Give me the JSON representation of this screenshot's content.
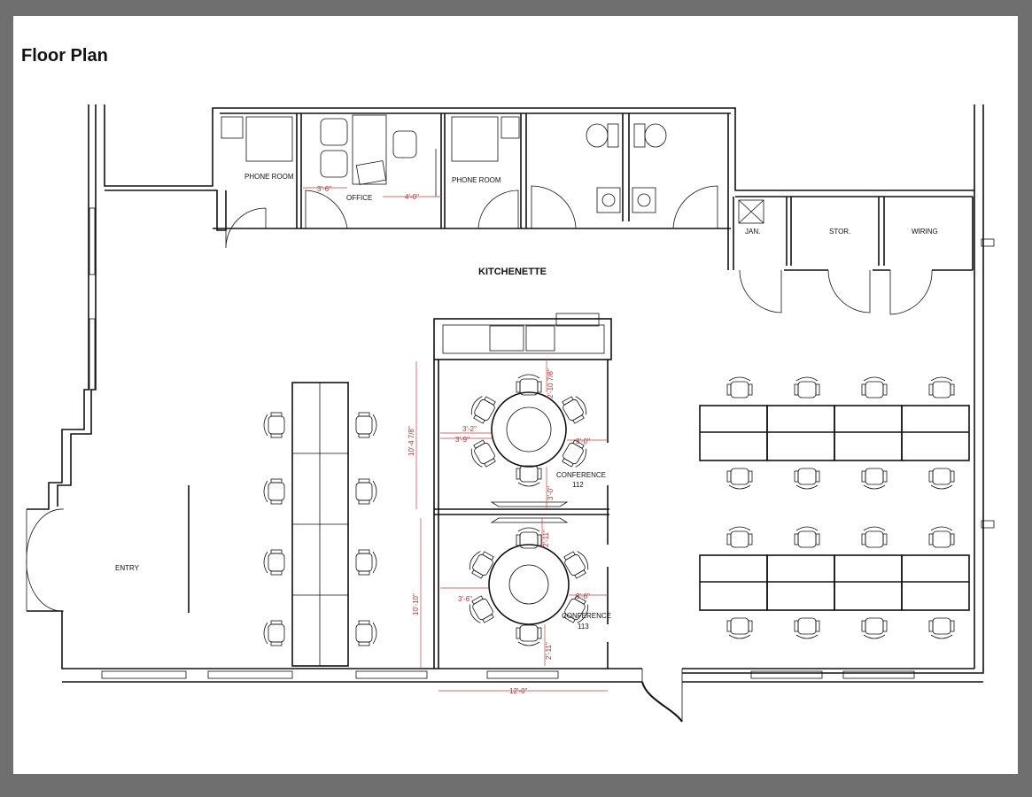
{
  "title": "Floor Plan",
  "rooms": {
    "phone_room_1": "PHONE ROOM",
    "office": "OFFICE",
    "phone_room_2": "PHONE ROOM",
    "kitchenette": "KITCHENETTE",
    "jan": "JAN.",
    "stor": "STOR.",
    "wiring": "WIRING",
    "entry": "ENTRY",
    "conference_112": "CONFERENCE",
    "conference_112_num": "112",
    "conference_113": "CONFERENCE",
    "conference_113_num": "113"
  },
  "dimensions": {
    "office_left": "3'-6\"",
    "office_right": "4'-0\"",
    "conf112_top": "2'-10 7/8\"",
    "conf112_left_a": "3'-2\"",
    "conf112_left_b": "3'-9\"",
    "conf112_right": "3'-0\"",
    "conf112_bottom": "3'-0\"",
    "conf112_height": "10'-4 7/8\"",
    "conf113_top": "2'-11\"",
    "conf113_left": "3'-6\"",
    "conf113_right": "3'-6\"",
    "conf113_bottom": "2'-11\"",
    "conf113_height": "10'-10\"",
    "conf_width": "12'-0\""
  },
  "colors": {
    "frame": "#6f6f6f",
    "dimension": "#b44444",
    "walls": "#111111"
  }
}
